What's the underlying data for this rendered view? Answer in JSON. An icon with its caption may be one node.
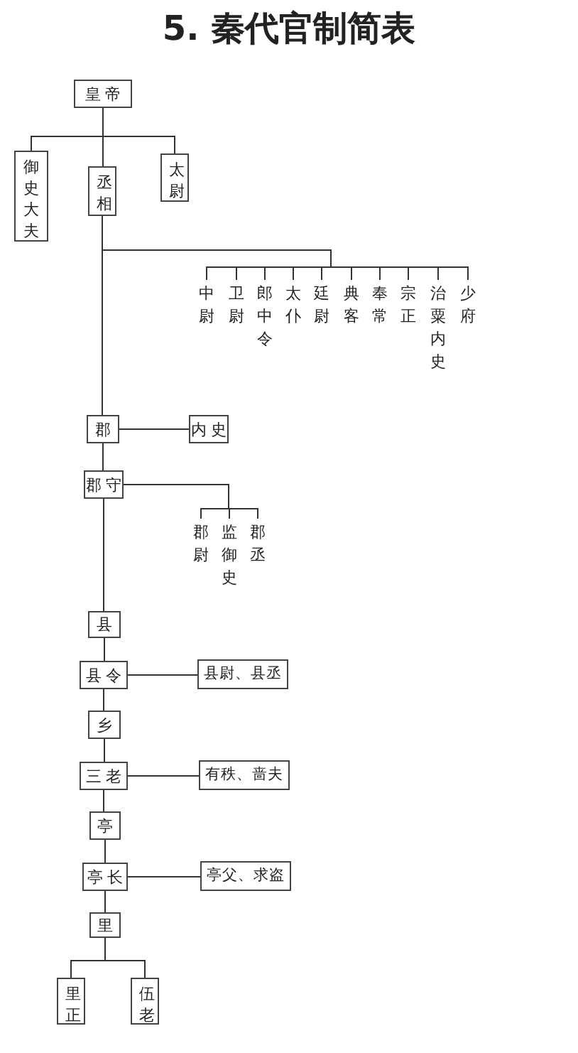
{
  "diagram": {
    "title": "5. 秦代官制简表",
    "nodes": [
      {
        "text": [
          "皇帝"
        ]
      },
      {
        "text": [
          "御史大夫"
        ]
      },
      {
        "text": [
          "丞相"
        ]
      },
      {
        "text": [
          "太尉"
        ]
      },
      {
        "text": [
          "中尉"
        ]
      },
      {
        "text": [
          "卫尉"
        ]
      },
      {
        "text": [
          "郎中令"
        ]
      },
      {
        "text": [
          "太仆"
        ]
      },
      {
        "text": [
          "廷尉"
        ]
      },
      {
        "text": [
          "典客"
        ]
      },
      {
        "text": [
          "奉常"
        ]
      },
      {
        "text": [
          "宗正"
        ]
      },
      {
        "text": [
          "治粟内史"
        ]
      },
      {
        "text": [
          "少府"
        ]
      },
      {
        "text": [
          "郡"
        ]
      },
      {
        "text": [
          "内史"
        ]
      },
      {
        "text": [
          "郡守"
        ]
      },
      {
        "text": [
          "郡尉"
        ]
      },
      {
        "text": [
          "监御史"
        ]
      },
      {
        "text": [
          "郡丞"
        ]
      },
      {
        "text": [
          "县"
        ]
      },
      {
        "text": [
          "县令"
        ]
      },
      {
        "text": [
          "县尉、县丞"
        ]
      },
      {
        "text": [
          "乡"
        ]
      },
      {
        "text": [
          "三老"
        ]
      },
      {
        "text": [
          "有秩、啬夫"
        ]
      },
      {
        "text": [
          "亭"
        ]
      },
      {
        "text": [
          "亭长"
        ]
      },
      {
        "text": [
          "亭父、求盗"
        ]
      },
      {
        "text": [
          "里"
        ]
      },
      {
        "text": [
          "里正"
        ]
      },
      {
        "text": [
          "伍老"
        ]
      }
    ],
    "edges": [
      {
        "from": 0,
        "to": 1,
        "arrow": "none"
      },
      {
        "from": 0,
        "to": 2,
        "arrow": "none"
      },
      {
        "from": 0,
        "to": 3,
        "arrow": "none"
      },
      {
        "from": 2,
        "to": 4,
        "arrow": "none"
      },
      {
        "from": 2,
        "to": 5,
        "arrow": "none"
      },
      {
        "from": 2,
        "to": 6,
        "arrow": "none"
      },
      {
        "from": 2,
        "to": 7,
        "arrow": "none"
      },
      {
        "from": 2,
        "to": 8,
        "arrow": "none"
      },
      {
        "from": 2,
        "to": 9,
        "arrow": "none"
      },
      {
        "from": 2,
        "to": 10,
        "arrow": "none"
      },
      {
        "from": 2,
        "to": 11,
        "arrow": "none"
      },
      {
        "from": 2,
        "to": 12,
        "arrow": "none"
      },
      {
        "from": 2,
        "to": 13,
        "arrow": "none"
      },
      {
        "from": 2,
        "to": 14,
        "arrow": "none"
      },
      {
        "from": 14,
        "to": 15,
        "arrow": "none"
      },
      {
        "from": 14,
        "to": 16,
        "arrow": "none"
      },
      {
        "from": 16,
        "to": 17,
        "arrow": "none"
      },
      {
        "from": 16,
        "to": 18,
        "arrow": "none"
      },
      {
        "from": 16,
        "to": 19,
        "arrow": "none"
      },
      {
        "from": 16,
        "to": 20,
        "arrow": "none"
      },
      {
        "from": 20,
        "to": 21,
        "arrow": "none"
      },
      {
        "from": 21,
        "to": 22,
        "arrow": "none"
      },
      {
        "from": 21,
        "to": 23,
        "arrow": "none"
      },
      {
        "from": 23,
        "to": 24,
        "arrow": "none"
      },
      {
        "from": 24,
        "to": 25,
        "arrow": "none"
      },
      {
        "from": 24,
        "to": 26,
        "arrow": "none"
      },
      {
        "from": 26,
        "to": 27,
        "arrow": "none"
      },
      {
        "from": 27,
        "to": 28,
        "arrow": "none"
      },
      {
        "from": 27,
        "to": 29,
        "arrow": "none"
      },
      {
        "from": 29,
        "to": 30,
        "arrow": "none"
      },
      {
        "from": 29,
        "to": 31,
        "arrow": "none"
      }
    ]
  }
}
